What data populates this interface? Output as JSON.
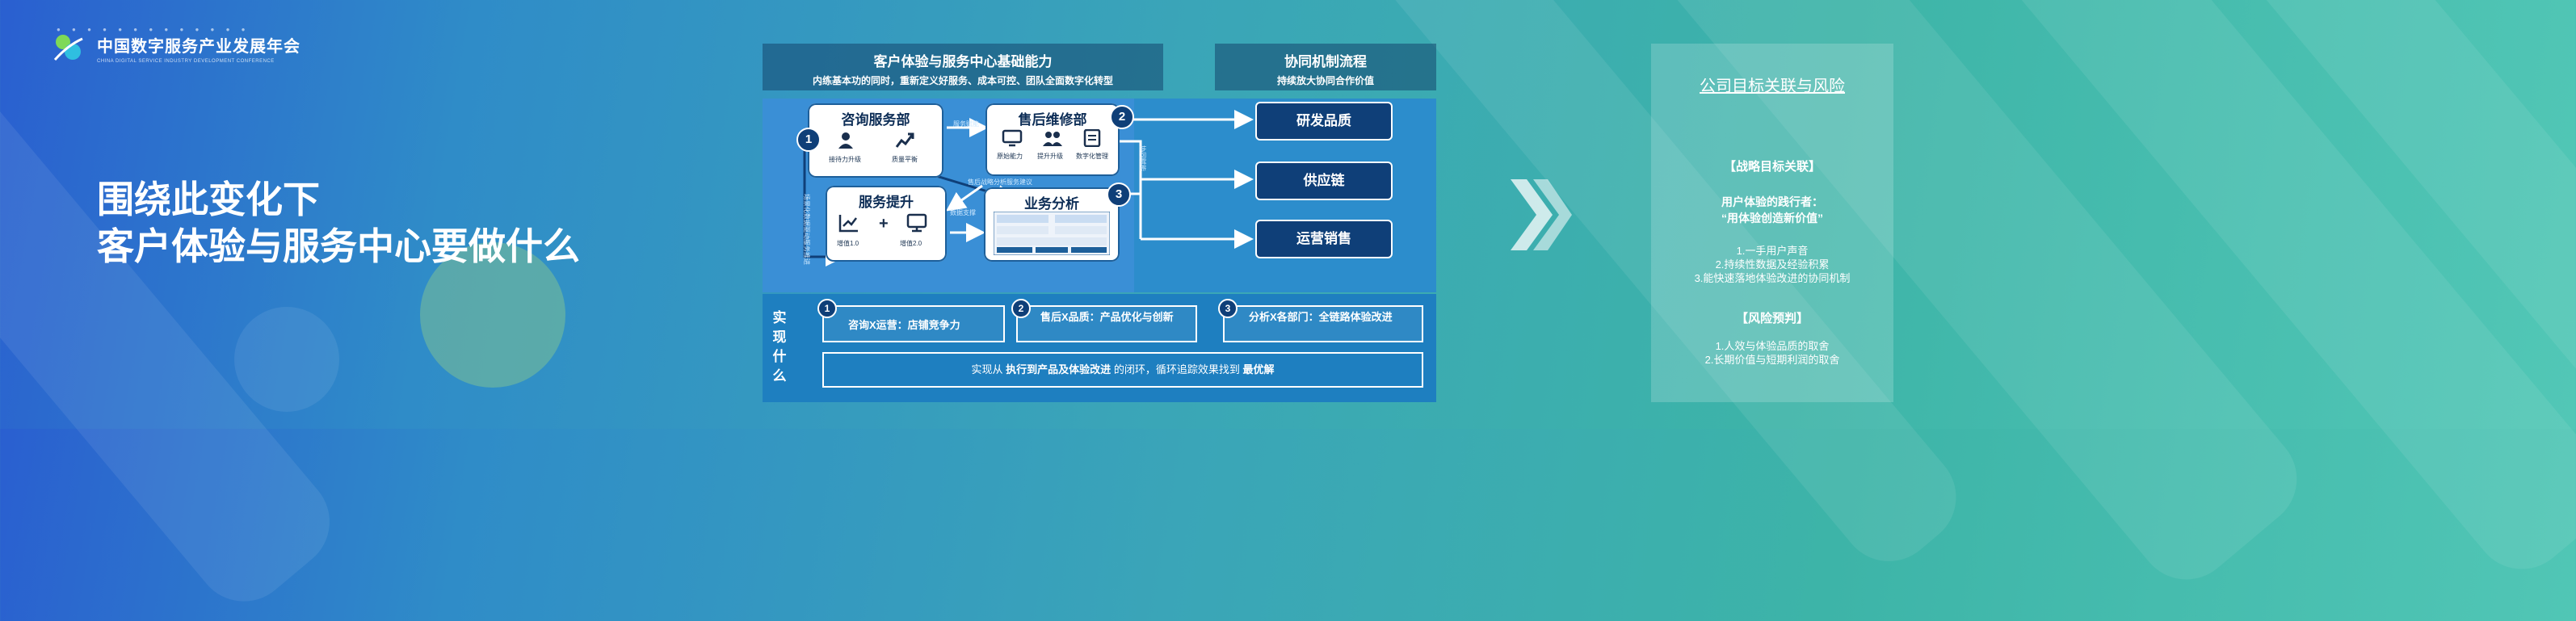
{
  "logo": {
    "cn": "中国数字服务产业发展年会",
    "en": "CHINA DIGITAL SERVICE INDUSTRY DEVELOPMENT CONFERENCE"
  },
  "headline": {
    "line1": "围绕此变化下",
    "line2": "客户体验与服务中心要做什么"
  },
  "center_panel": {
    "title": "客户体验与服务中心基础能力",
    "subtitle": "内练基本功的同时，重新定义好服务、成本可控、团队全面数字化转型"
  },
  "process_panel": {
    "title": "协同机制流程",
    "subtitle": "持续放大协同合作价值"
  },
  "cards": {
    "consult": {
      "title": "咨询服务部",
      "badge": "1",
      "items": [
        "接待力升级",
        "质量平衡"
      ]
    },
    "after_sales": {
      "title": "售后维修部",
      "badge": "2",
      "items": [
        "原始能力",
        "提升升级",
        "数字化管理"
      ]
    },
    "service_up": {
      "title": "服务提升",
      "items": [
        "增值1.0",
        "增值2.0"
      ]
    },
    "analysis": {
      "title": "业务分析",
      "badge": "3"
    }
  },
  "arrow_labels": [
    "服务赋能",
    "售后战略分析服务建议",
    "数据支撑",
    "场景化数据驱动服务推进",
    "协同赋能"
  ],
  "targets": [
    "研发品质",
    "供应链",
    "运营销售"
  ],
  "bottom": {
    "label": "实现什么",
    "items": [
      {
        "n": "1",
        "text": "咨询X运营：店铺竞争力"
      },
      {
        "n": "2",
        "text": "售后X品质：产品优化与创新"
      },
      {
        "n": "3",
        "text": "分析X各部门：全链路体验改进"
      }
    ],
    "summary_pre": "实现从",
    "summary_b1": "执行到产品及体验改进",
    "summary_mid": "的闭环，循环追踪效果找到",
    "summary_b2": "最优解"
  },
  "right": {
    "title": "公司目标关联与风险",
    "section1": "【战略目标关联】",
    "role_line1": "用户体验的践行者：",
    "role_line2": "“用体验创造新价值”",
    "goals": [
      "1.一手用户声音",
      "2.持续性数据及经验积累",
      "3.能快速落地体验改进的协同机制"
    ],
    "section2": "【风险预判】",
    "risks": [
      "1.人效与体验品质的取舍",
      "2.长期价值与短期利润的取舍"
    ]
  }
}
